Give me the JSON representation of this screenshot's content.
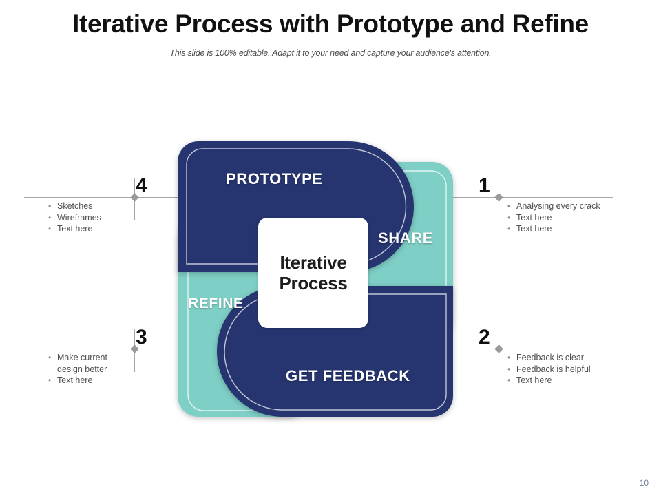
{
  "slide": {
    "title": "Iterative Process with Prototype and Refine",
    "subtitle": "This slide is 100% editable. Adapt it to your need and capture your audience's attention.",
    "page_number": "10"
  },
  "colors": {
    "navy": "#25356F",
    "teal": "#7ECFC6",
    "center_bg": "#FFFFFF",
    "rail": "#A6A6A6",
    "marker": "#9A9A9A",
    "title_text": "#111111",
    "bullet_text": "#4F4F4F"
  },
  "diagram": {
    "center_label_line1": "Iterative",
    "center_label_line2": "Process",
    "arms": [
      {
        "id": "prototype",
        "label": "PROTOTYPE",
        "color": "#25356F",
        "position": "top"
      },
      {
        "id": "share",
        "label": "SHARE",
        "color": "#7ECFC6",
        "position": "right"
      },
      {
        "id": "get-feedback",
        "label": "GET FEEDBACK",
        "color": "#25356F",
        "position": "bottom"
      },
      {
        "id": "refine",
        "label": "REFINE",
        "color": "#7ECFC6",
        "position": "left"
      }
    ]
  },
  "steps": [
    {
      "number": "1",
      "side": "right",
      "bullets": [
        "Analysing every  crack",
        "Text here",
        "Text here"
      ]
    },
    {
      "number": "2",
      "side": "right",
      "bullets": [
        "Feedback is clear",
        "Feedback is helpful",
        "Text here"
      ]
    },
    {
      "number": "3",
      "side": "left",
      "bullets": [
        "Make current design better",
        "Text here"
      ]
    },
    {
      "number": "4",
      "side": "left",
      "bullets": [
        "Sketches",
        "Wireframes",
        "Text here"
      ]
    }
  ],
  "bullet_glyph": "•"
}
